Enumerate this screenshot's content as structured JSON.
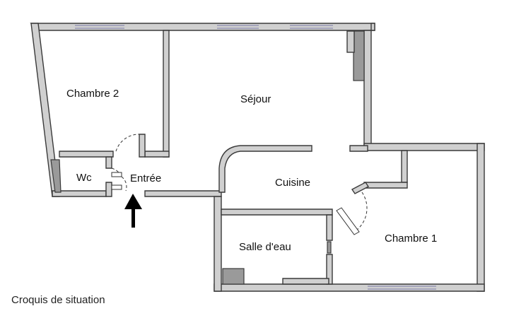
{
  "rooms": {
    "chambre2": "Chambre 2",
    "sejour": "Séjour",
    "wc": "Wc",
    "entree": "Entrée",
    "cuisine": "Cuisine",
    "salle_eau": "Salle d'eau",
    "chambre1": "Chambre 1"
  },
  "caption": "Croquis de situation",
  "colors": {
    "wall_fill": "#d0d0d0",
    "wall_stroke": "#3a3a3a",
    "window": "#7a7aa8"
  }
}
